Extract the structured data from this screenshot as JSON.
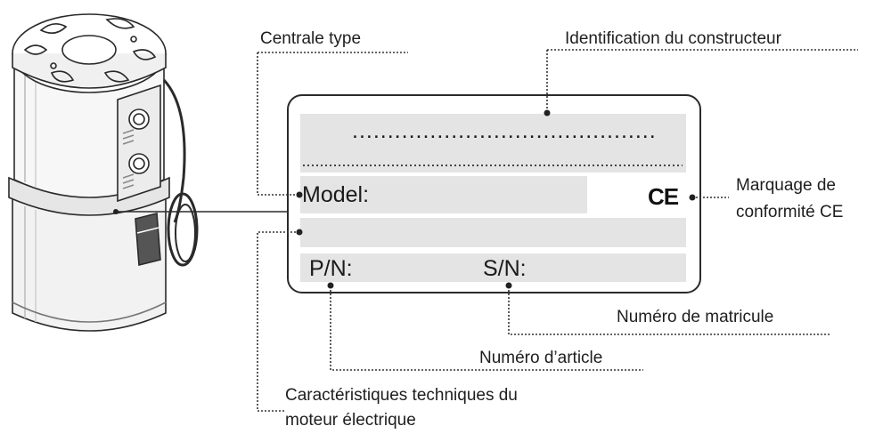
{
  "labels": {
    "centrale_type": "Centrale type",
    "identification": "Identification du constructeur",
    "marquage_line1": "Marquage de",
    "marquage_line2": "conformité CE",
    "numero_matricule": "Numéro de matricule",
    "numero_article": "Numéro d’article",
    "caracteristiques_line1": "Caractéristiques techniques du",
    "caracteristiques_line2": "moteur électrique"
  },
  "plate": {
    "dots": "...........................................",
    "model_label": "Model:",
    "pn_label": "P/N:",
    "sn_label": "S/N:",
    "ce_mark": "CE"
  }
}
